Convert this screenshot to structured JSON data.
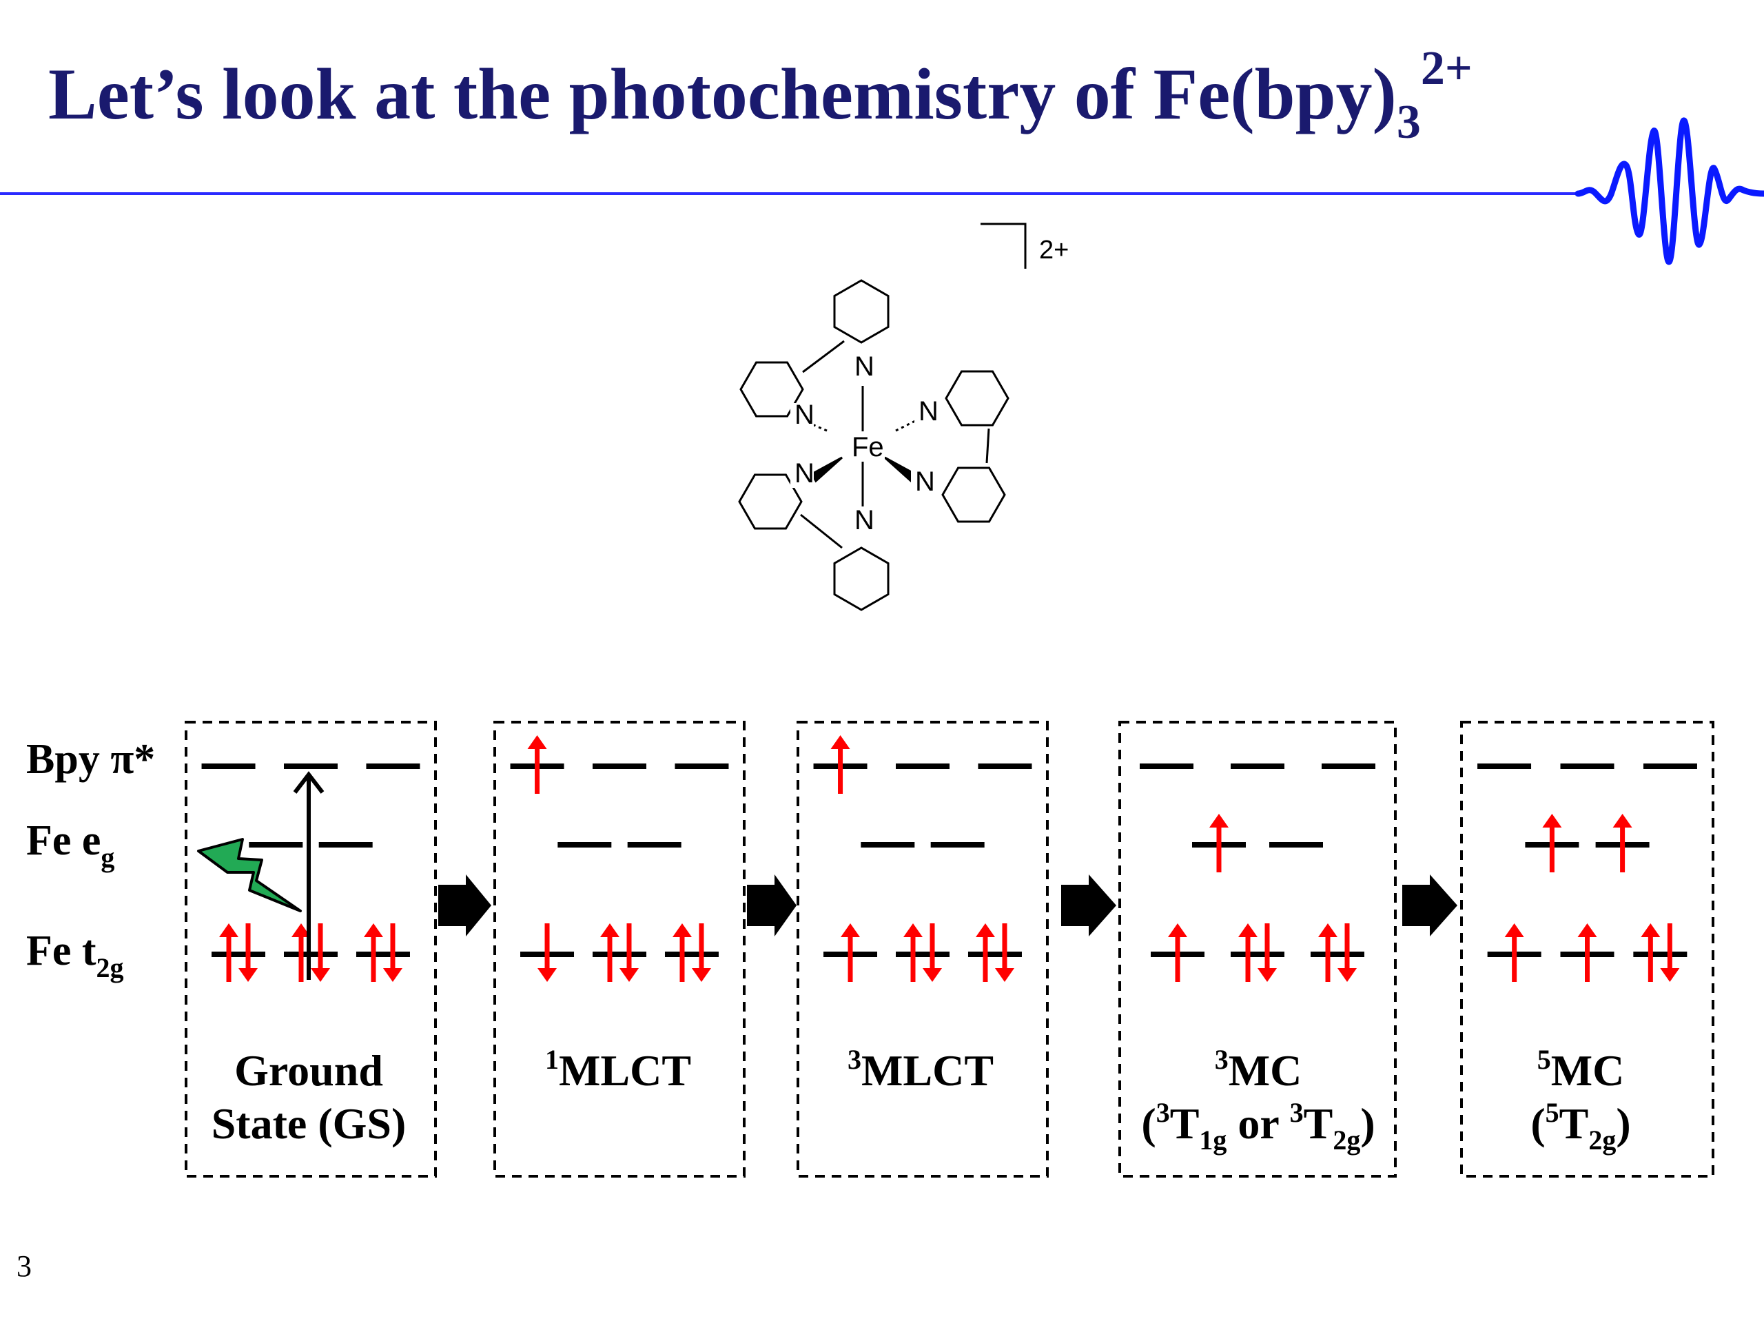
{
  "slide": {
    "title_main": "Let’s look at the photochemistry of Fe(bpy)",
    "title_sub": "3",
    "title_sup": "2+",
    "page_number": "3",
    "accent_color": "#1a1a6e",
    "rule_color": "#2a2aff"
  },
  "molecule": {
    "metal": "Fe",
    "donor_atom": "N",
    "charge": "2+"
  },
  "levels": {
    "bpy": "Bpy π*",
    "eg_main": "Fe e",
    "eg_sub": "g",
    "t2g_main": "Fe t",
    "t2g_sub": "2g"
  },
  "states": [
    {
      "id": "gs",
      "line1": "Ground",
      "line2": "State (GS)",
      "eg": [
        0,
        0
      ],
      "t2g": [
        2,
        2,
        2
      ],
      "bpy": [
        0,
        0,
        0
      ]
    },
    {
      "id": "1mlct",
      "line1_sup": "1",
      "line1": "MLCT",
      "eg": [
        0,
        0
      ],
      "t2g": [
        -1,
        2,
        2
      ],
      "bpy": [
        1,
        0,
        0
      ]
    },
    {
      "id": "3mlct",
      "line1_sup": "3",
      "line1": "MLCT",
      "eg": [
        0,
        0
      ],
      "t2g": [
        1,
        2,
        2
      ],
      "bpy": [
        1,
        0,
        0
      ]
    },
    {
      "id": "3mc",
      "line1_sup": "3",
      "line1": "MC",
      "line2_parts": [
        "(",
        "3",
        "T",
        "1g",
        " or ",
        "3",
        "T",
        "2g",
        ")"
      ],
      "eg": [
        1,
        0
      ],
      "t2g": [
        1,
        2,
        2
      ],
      "bpy": [
        0,
        0,
        0
      ]
    },
    {
      "id": "5mc",
      "line1_sup": "5",
      "line1": "MC",
      "line2_parts": [
        "(",
        "5",
        "T",
        "2g",
        ")"
      ],
      "eg": [
        1,
        1
      ],
      "t2g": [
        1,
        1,
        2
      ],
      "bpy": [
        0,
        0,
        0
      ]
    }
  ],
  "colors": {
    "electron": "#ff0000",
    "lightning": "#22aa55",
    "arrow": "#000000"
  }
}
